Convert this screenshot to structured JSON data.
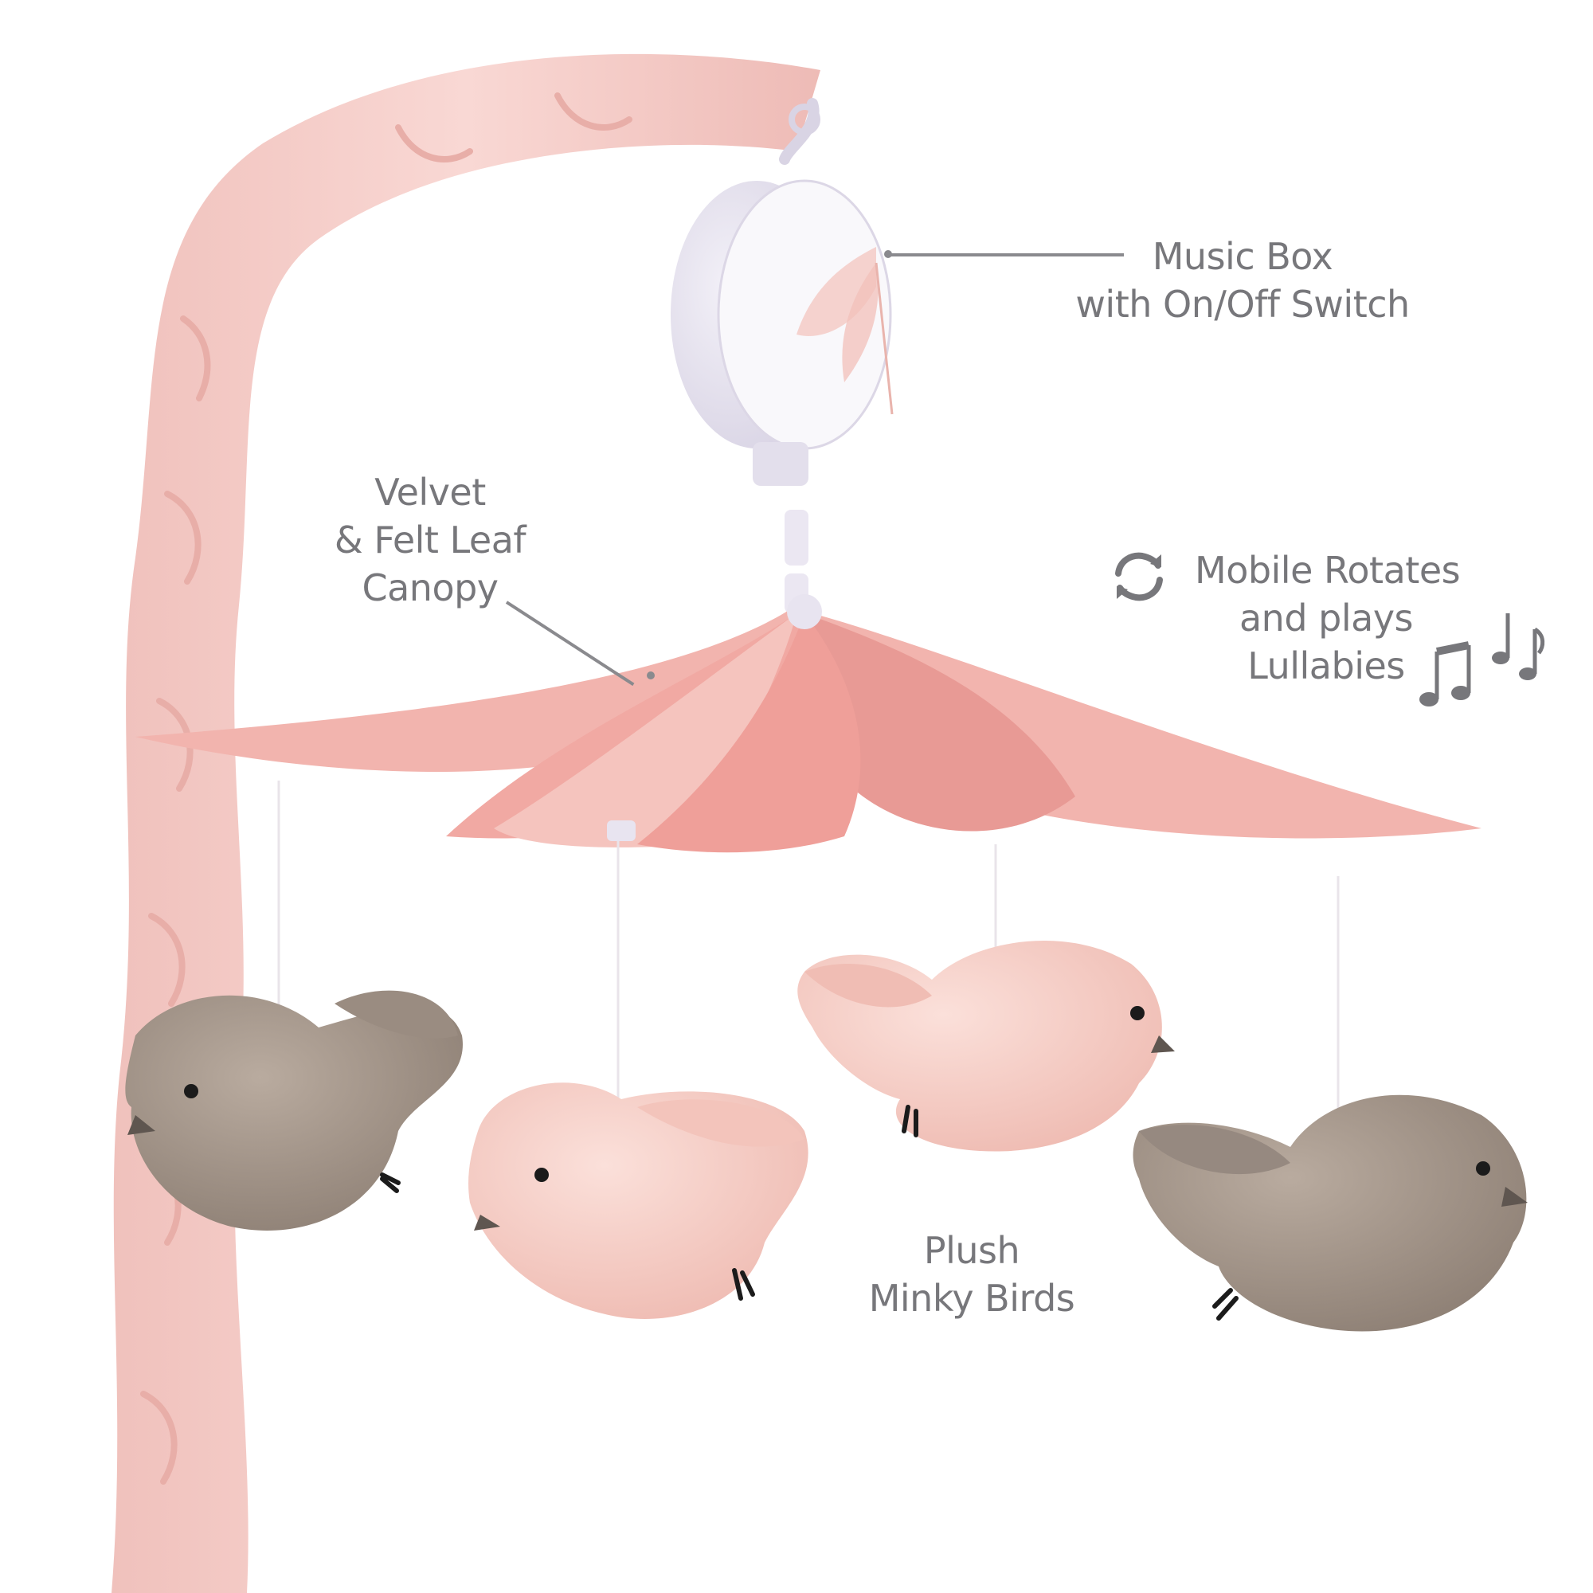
{
  "colors": {
    "background": "#ffffff",
    "label_text": "#77777b",
    "arm_pink": "#f6cfcb",
    "canopy_pink": "#ec9f9c",
    "canopy_light": "#f4b7b2",
    "music_box": "#e6e3ef",
    "bird_pink": "#f6cbc3",
    "bird_taupe": "#a8998d"
  },
  "callouts": {
    "music_box": {
      "line1": "Music Box",
      "line2": "with On/Off Switch"
    },
    "canopy": {
      "line1": "Velvet",
      "line2": "& Felt Leaf",
      "line3": "Canopy"
    },
    "rotates": {
      "line1": "Mobile Rotates",
      "line2": "and plays",
      "line3": "Lullabies"
    },
    "birds": {
      "line1": "Plush",
      "line2": "Minky Birds"
    }
  },
  "icons": {
    "rotate": "rotate-arrows-icon",
    "notes": "music-notes-icon"
  }
}
